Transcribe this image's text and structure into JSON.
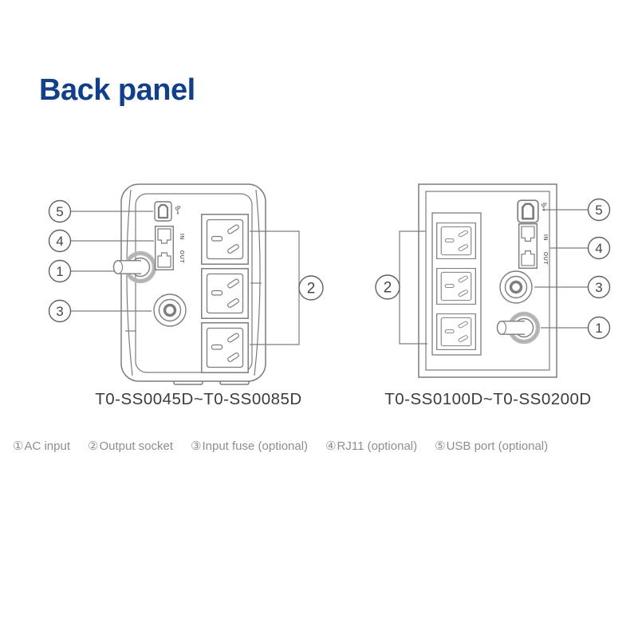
{
  "title": "Back panel",
  "colors": {
    "title_blue": "#0e3f90",
    "line_gray": "#7d7d7d",
    "legend_gray": "#8e8e8e",
    "model_text": "#3c3c3c"
  },
  "labels": {
    "in": "IN",
    "out": "OUT"
  },
  "devices": {
    "left": {
      "model": "T0-SS0045D~T0-SS0085D",
      "callouts": {
        "usb": "5",
        "rj11": "4",
        "ac": "1",
        "fuse": "3",
        "sockets": "2"
      }
    },
    "right": {
      "model": "T0-SS0100D~T0-SS0200D",
      "callouts": {
        "usb": "5",
        "rj11": "4",
        "ac": "1",
        "fuse": "3",
        "sockets": "2"
      }
    }
  },
  "legend": [
    {
      "symbol": "①",
      "label": "AC input"
    },
    {
      "symbol": "②",
      "label": "Output socket"
    },
    {
      "symbol": "③",
      "label": "Input fuse (optional)"
    },
    {
      "symbol": "④",
      "label": "RJ11 (optional)"
    },
    {
      "symbol": "⑤",
      "label": "USB port (optional)"
    }
  ]
}
